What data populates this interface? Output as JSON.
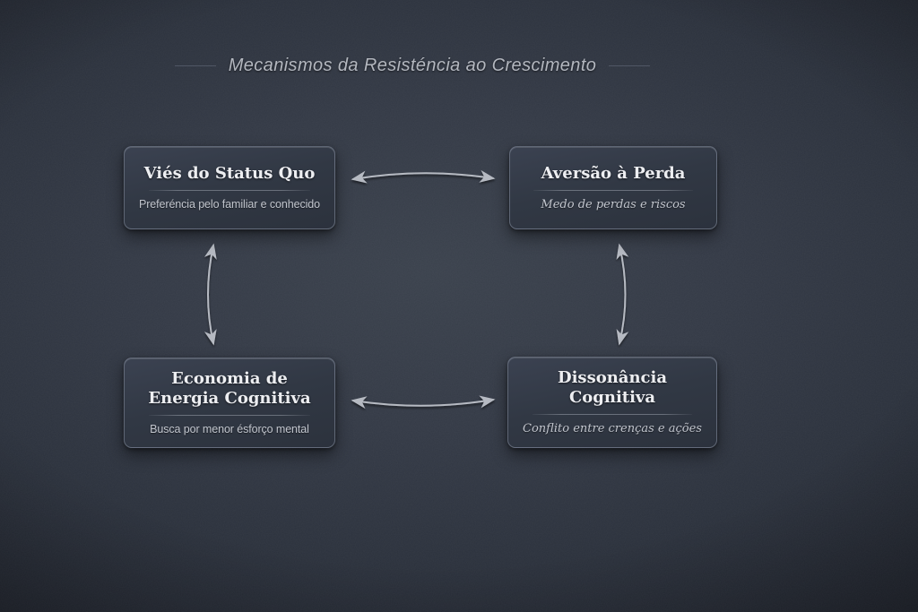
{
  "header": {
    "title": "Mecanismos da Resisténcia ao Crescimento"
  },
  "diagram": {
    "nodes": [
      {
        "id": "vies-do-status-quo",
        "title": "Viés do Status Quo",
        "subtitle": "Preferéncia pelo familiar e conhecido"
      },
      {
        "id": "aversao-a-perda",
        "title": "Aversão à Perda",
        "subtitle": "Medo de perdas e riscos"
      },
      {
        "id": "economia-energia-cognitiva",
        "title": "Economia de Energia Cognitiva",
        "subtitle": "Busca por menor ésforço mental"
      },
      {
        "id": "dissonancia-cognitiva",
        "title": "Dissonância Cognitiva",
        "subtitle": "Conflito entre crenças e ações"
      }
    ],
    "edges": [
      {
        "from": "vies-do-status-quo",
        "to": "aversao-a-perda",
        "bidirectional": true,
        "position": "top-horizontal"
      },
      {
        "from": "vies-do-status-quo",
        "to": "economia-energia-cognitiva",
        "bidirectional": true,
        "position": "left-vertical"
      },
      {
        "from": "aversao-a-perda",
        "to": "dissonancia-cognitiva",
        "bidirectional": true,
        "position": "right-vertical"
      },
      {
        "from": "economia-energia-cognitiva",
        "to": "dissonancia-cognitiva",
        "bidirectional": true,
        "position": "bottom-horizontal"
      }
    ]
  },
  "colors": {
    "background_center": "#333945",
    "background_corner": "#12151b",
    "node_background": "#313844",
    "node_border": "#a5afc0",
    "node_title_text": "#edeef1",
    "node_subtitle_text": "#c2c6ce",
    "arrow": "#b6bac2",
    "header_title_text": "#b3b7bf"
  }
}
